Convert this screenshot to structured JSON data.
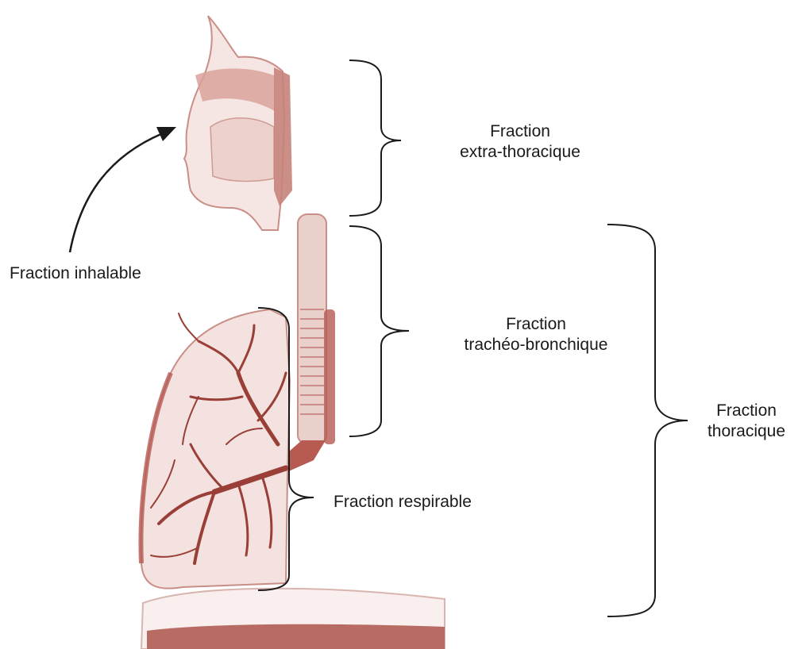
{
  "labels": {
    "inhalable": "Fraction inhalable",
    "extra_thoracic_line1": "Fraction",
    "extra_thoracic_line2": "extra-thoracique",
    "tracheo_bronchial_line1": "Fraction",
    "tracheo_bronchial_line2": "trachéo-bronchique",
    "respirable": "Fraction respirable",
    "thoracic_line1": "Fraction",
    "thoracic_line2": "thoracique"
  },
  "colors": {
    "tissue_light": "#f3e2df",
    "tissue_mid": "#e6c2bc",
    "tissue_dark": "#b65a52",
    "bronchi": "#9a3f38",
    "muscle": "#b86b62",
    "bracket": "#1a1a1a"
  }
}
